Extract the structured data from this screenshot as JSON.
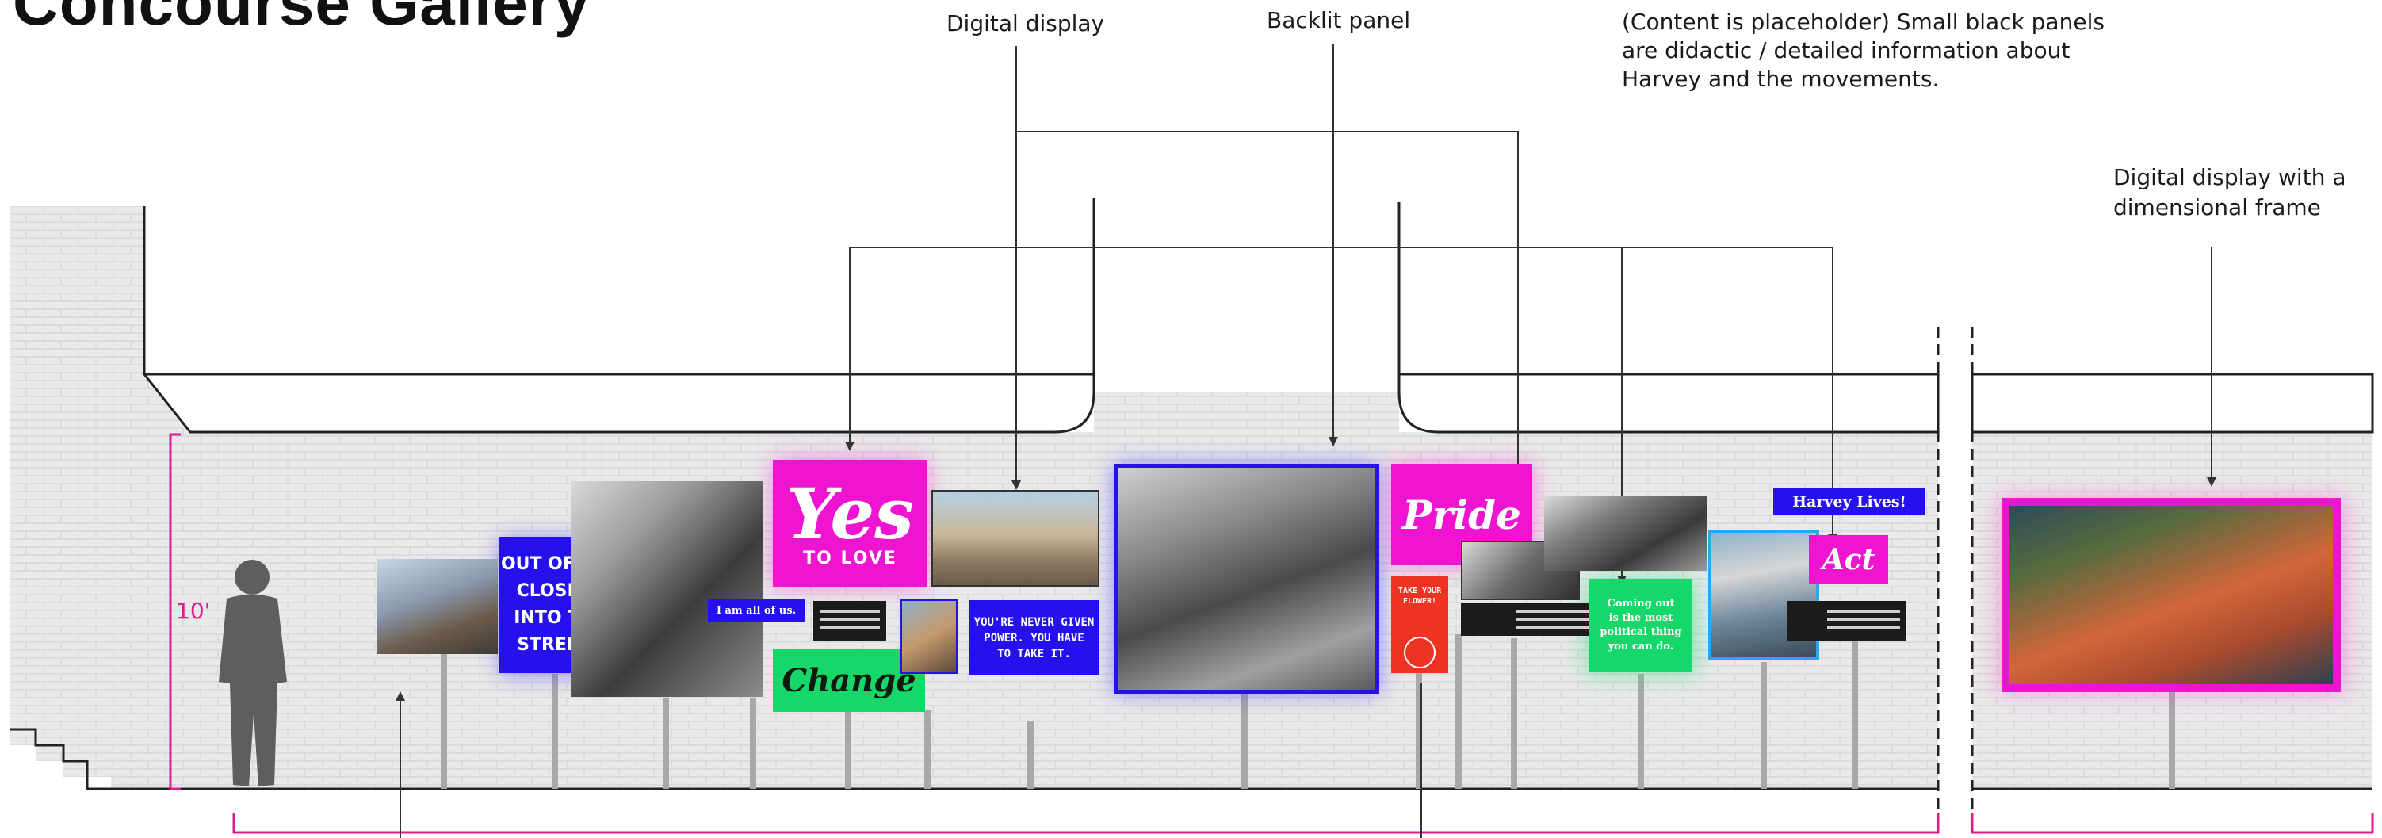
{
  "page_title": "Concourse Gallery",
  "labels": {
    "digital_display": "Digital display",
    "backlit_panel": "Backlit panel",
    "placeholder_note_1": "(Content is placeholder) Small black panels",
    "placeholder_note_2": "are didactic / detailed information about",
    "placeholder_note_3": "Harvey and the movements.",
    "dimensional_frame_1": "Digital display with a",
    "dimensional_frame_2": "dimensional frame"
  },
  "height_marker": "10'",
  "panels": {
    "closets": [
      "OUT OF THE",
      "CLOSETS",
      "INTO THE",
      "STREETS"
    ],
    "i_am_all": "I am all of us.",
    "yes": "Yes",
    "to_love": "TO LOVE",
    "change": "Change",
    "never_given": [
      "YOU'RE NEVER GIVEN",
      "POWER. YOU HAVE",
      "TO TAKE IT."
    ],
    "pride": "Pride",
    "take_flower": [
      "TAKE YOUR",
      "FLOWER!"
    ],
    "coming_out": [
      "Coming out",
      "is the most",
      "political thing",
      "you can do."
    ],
    "harvey_lives": "Harvey Lives!",
    "act": "Act"
  },
  "colors": {
    "magenta": "#e0198f",
    "blue": "#2411ee",
    "pink": "#ef14d0",
    "green": "#16d86a",
    "wall": "#e8e8e8"
  }
}
